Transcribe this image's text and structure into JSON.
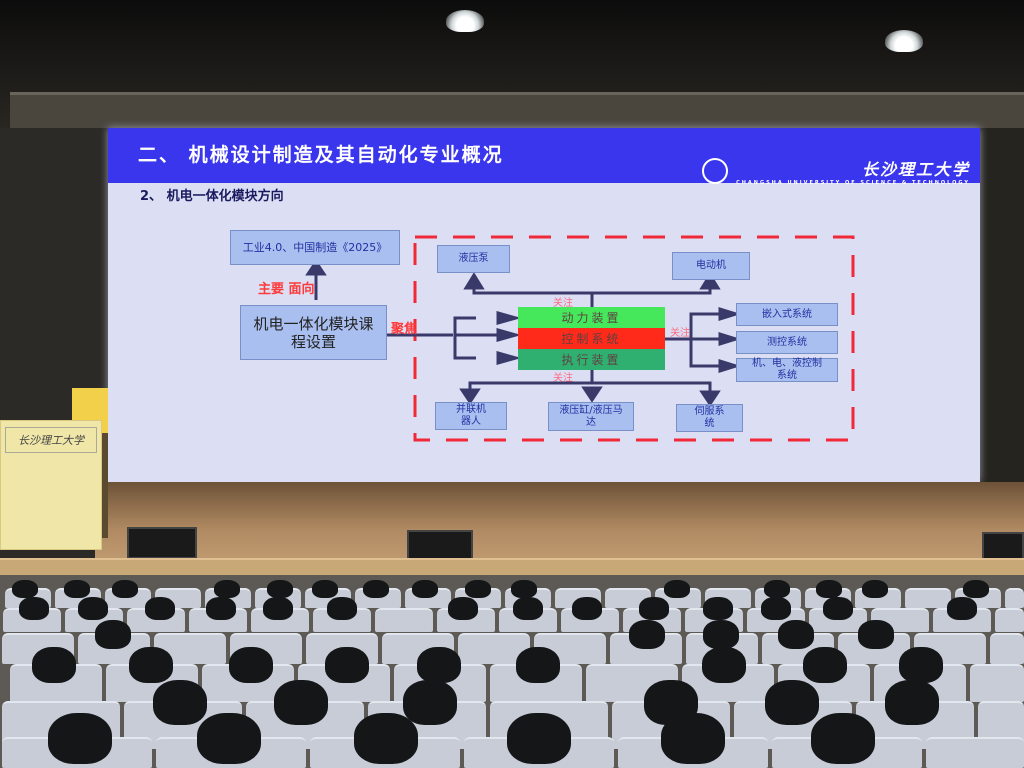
{
  "slide": {
    "title": "二、 机械设计制造及其自动化专业概况",
    "logo_cn": "长沙理工大学",
    "logo_en": "CHANGSHA UNIVERSITY OF SCIENCE & TECHNOLOGY",
    "subtitle": "2、 机电一体化模块方向",
    "industry_box": "工业4.0、中国制造《2025》",
    "main_facing": "主要  面向",
    "course_box": "机电一体化模块课程设置",
    "focus_label": "聚焦",
    "attention_label": "关注",
    "core": [
      "动力装置",
      "控制系统",
      "执行装置"
    ],
    "top_boxes": [
      "液压泵",
      "电动机"
    ],
    "right_boxes": [
      "嵌入式系统",
      "测控系统",
      "机、电、液控制系统"
    ],
    "bottom_boxes": [
      "并联机器人",
      "液压缸/液压马达",
      "伺服系统"
    ],
    "colors": {
      "title_bar": "#3a36ee",
      "power": "#44e85a",
      "control": "#ff2a1a",
      "actuator": "#2fb070"
    }
  },
  "podium": {
    "logo_cn": "长沙理工大学"
  }
}
